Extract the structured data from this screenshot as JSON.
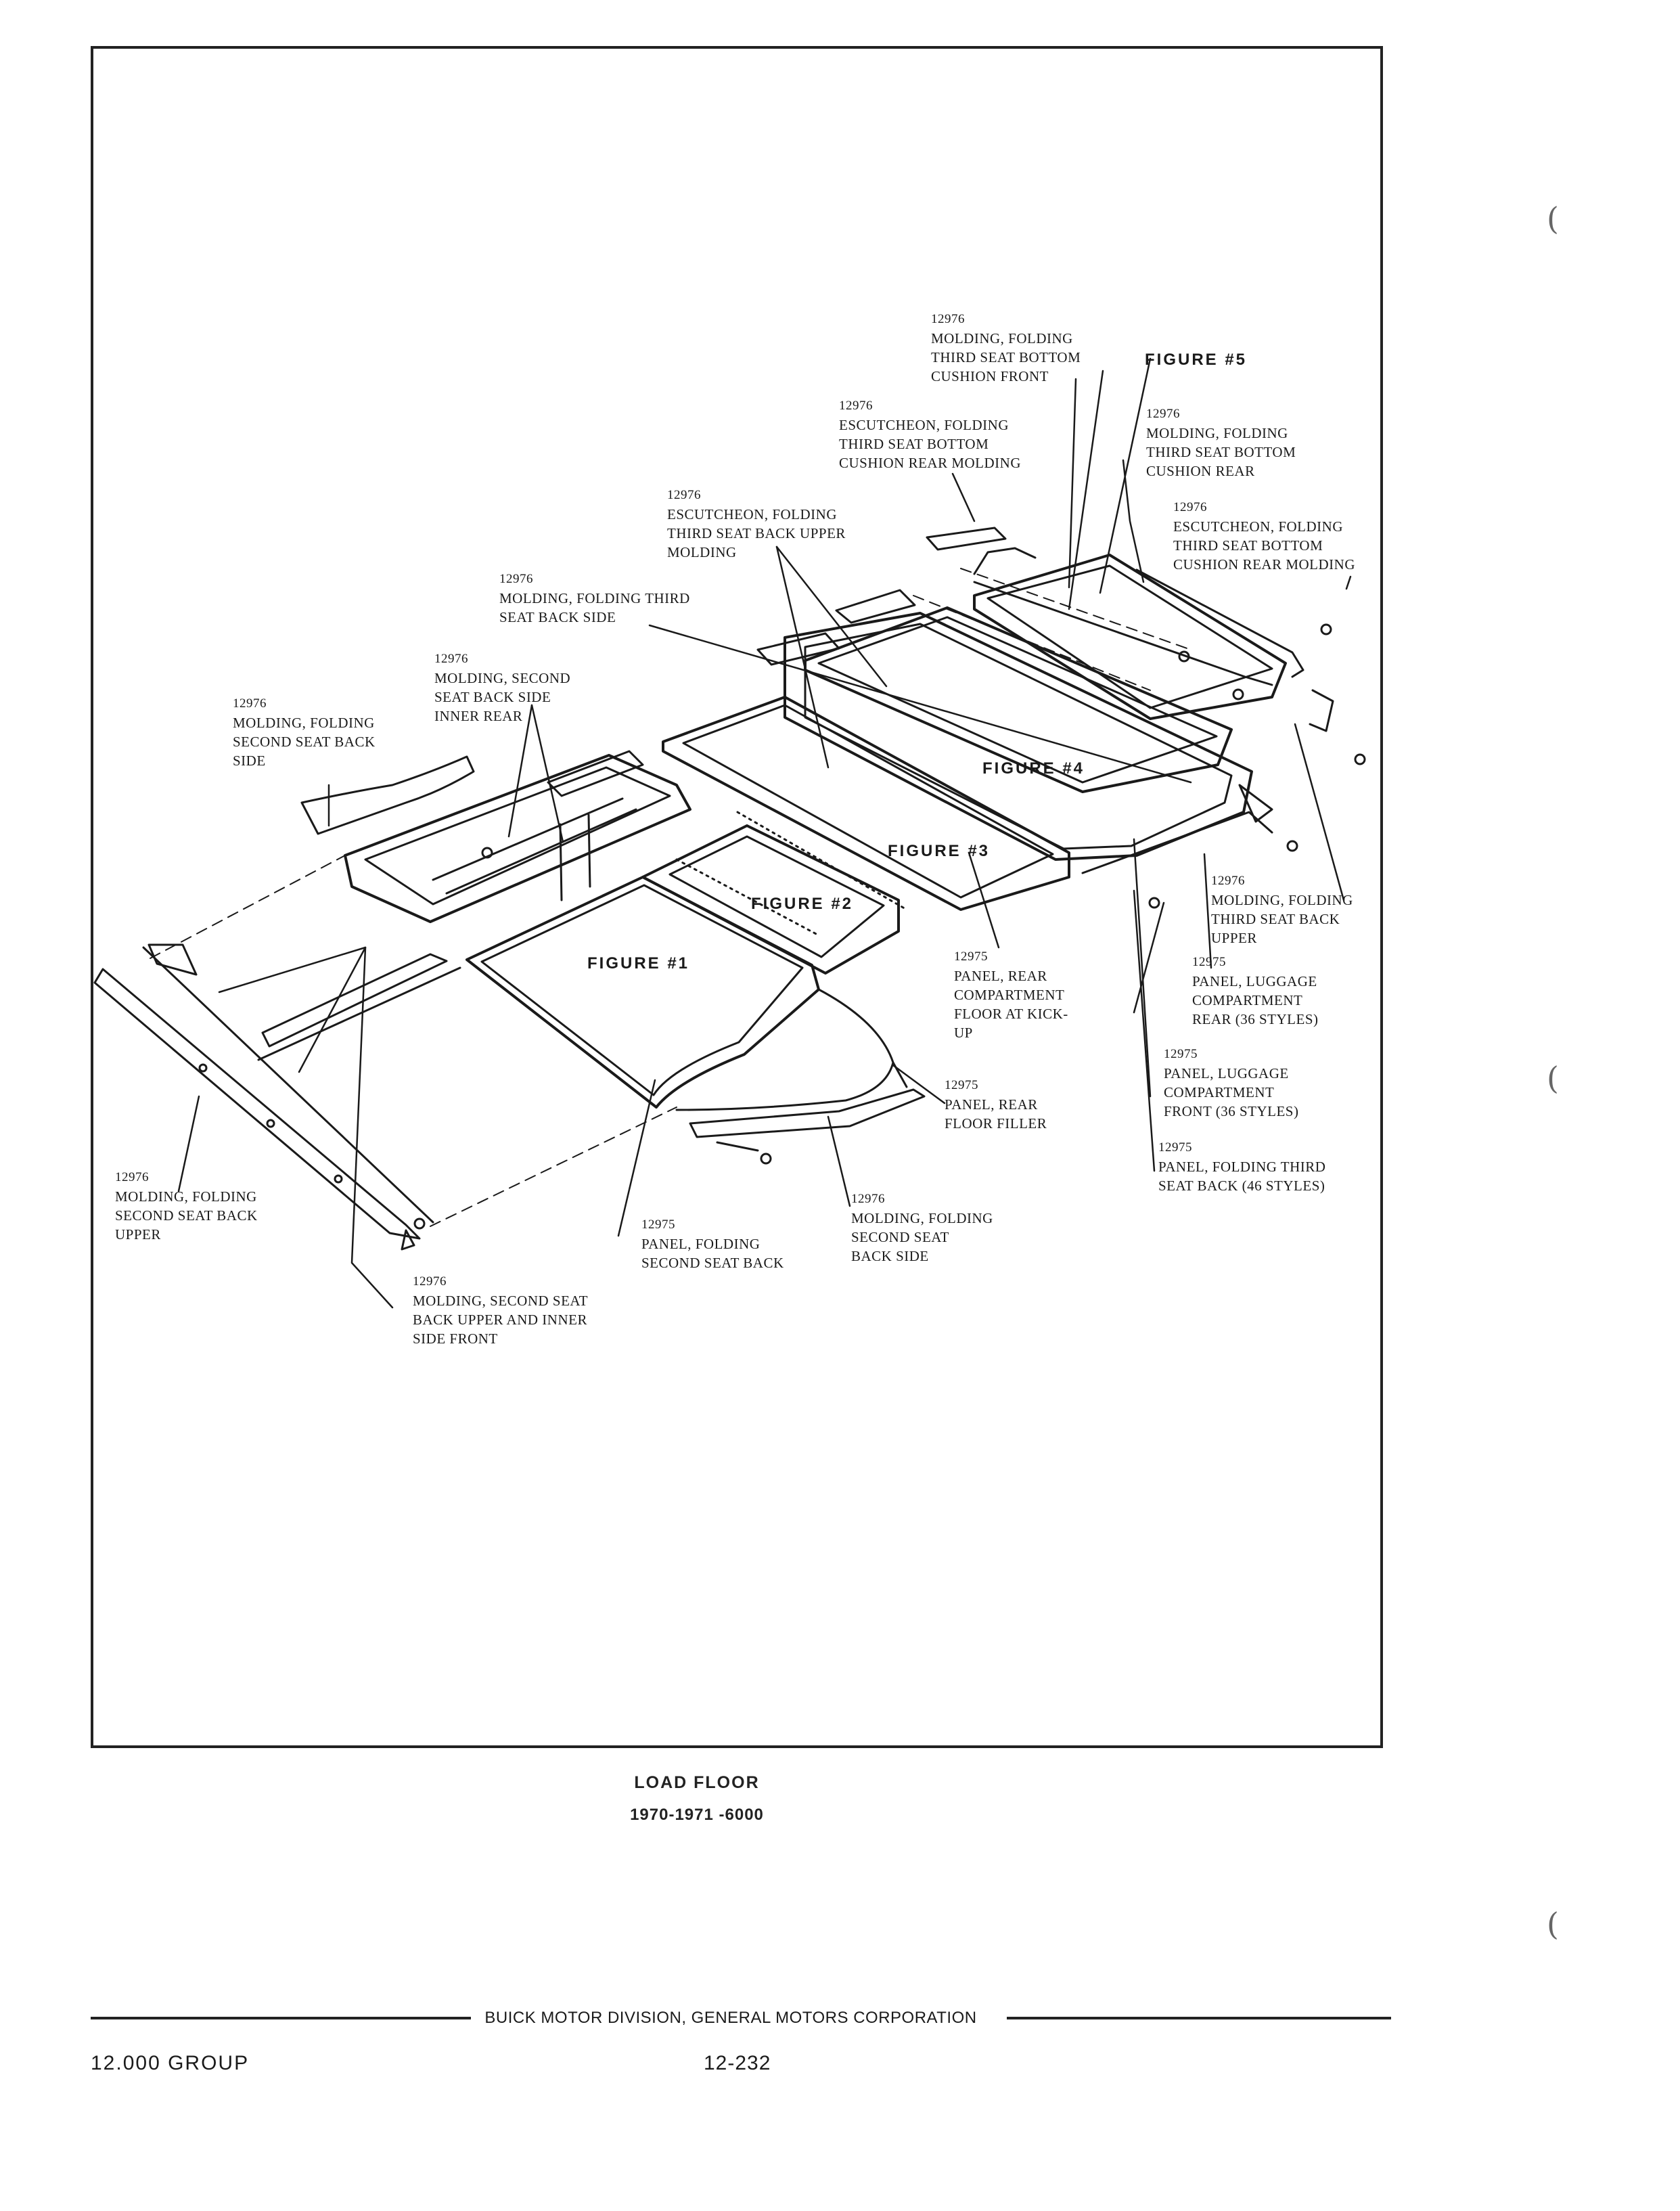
{
  "figures": {
    "fig1": "FIGURE #1",
    "fig2": "FIGURE #2",
    "fig3": "FIGURE #3",
    "fig4": "FIGURE #4",
    "fig5": "FIGURE #5"
  },
  "callouts": [
    {
      "number": "12976",
      "description": "MOLDING, FOLDING\nTHIRD SEAT BOTTOM\nCUSHION FRONT"
    },
    {
      "number": "12976",
      "description": "ESCUTCHEON, FOLDING\nTHIRD SEAT BOTTOM\nCUSHION REAR MOLDING"
    },
    {
      "number": "12976",
      "description": "MOLDING, FOLDING\nTHIRD SEAT BOTTOM\nCUSHION REAR"
    },
    {
      "number": "12976",
      "description": "ESCUTCHEON, FOLDING\nTHIRD SEAT BOTTOM\nCUSHION REAR MOLDING"
    },
    {
      "number": "12976",
      "description": "ESCUTCHEON, FOLDING\nTHIRD SEAT BACK UPPER\nMOLDING"
    },
    {
      "number": "12976",
      "description": "MOLDING, FOLDING THIRD\nSEAT BACK SIDE"
    },
    {
      "number": "12976",
      "description": "MOLDING, SECOND\nSEAT BACK SIDE\nINNER REAR"
    },
    {
      "number": "12976",
      "description": "MOLDING, FOLDING\nSECOND SEAT BACK\nSIDE"
    },
    {
      "number": "12976",
      "description": "MOLDING, FOLDING\nTHIRD SEAT BACK\nUPPER"
    },
    {
      "number": "12975",
      "description": "PANEL, LUGGAGE\nCOMPARTMENT\nREAR (36 STYLES)"
    },
    {
      "number": "12975",
      "description": "PANEL, LUGGAGE\nCOMPARTMENT\nFRONT (36 STYLES)"
    },
    {
      "number": "12975",
      "description": "PANEL, FOLDING THIRD\nSEAT BACK (46 STYLES)"
    },
    {
      "number": "12975",
      "description": "PANEL, REAR\nCOMPARTMENT\nFLOOR AT KICK-\nUP"
    },
    {
      "number": "12975",
      "description": "PANEL, REAR\nFLOOR FILLER"
    },
    {
      "number": "12976",
      "description": "MOLDING, FOLDING\nSECOND SEAT BACK\nUPPER"
    },
    {
      "number": "12975",
      "description": "PANEL, FOLDING\nSECOND SEAT BACK"
    },
    {
      "number": "12976",
      "description": "MOLDING, FOLDING\nSECOND SEAT\nBACK SIDE"
    },
    {
      "number": "12976",
      "description": "MOLDING, SECOND SEAT\nBACK UPPER AND INNER\nSIDE FRONT"
    }
  ],
  "caption": {
    "title": "LOAD FLOOR",
    "subtitle": "1970-1971 -6000"
  },
  "footer": {
    "publisher": "BUICK MOTOR DIVISION, GENERAL MOTORS CORPORATION",
    "group": "12.000 GROUP",
    "page": "12-232"
  }
}
